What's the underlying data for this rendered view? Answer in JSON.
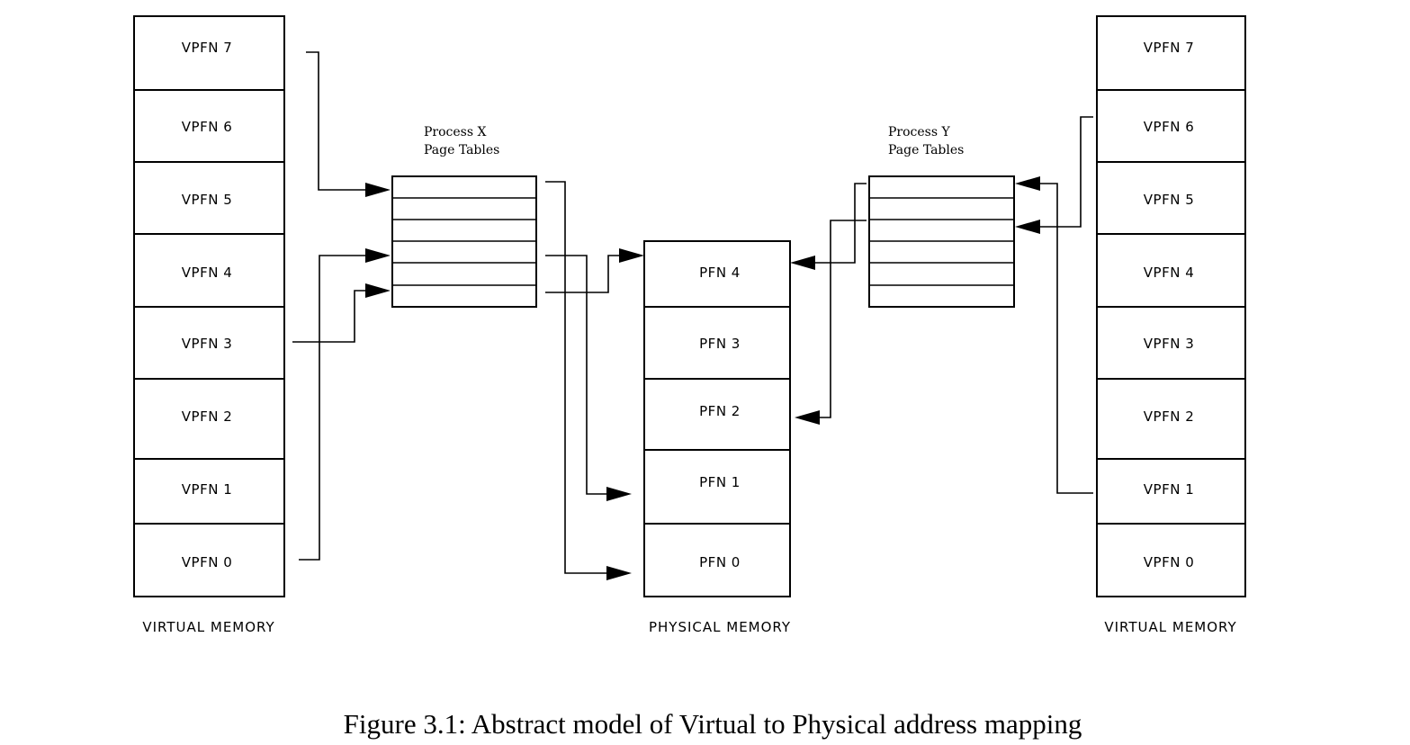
{
  "virtual_memory_x": {
    "label": "VIRTUAL MEMORY",
    "cells": [
      "VPFN 7",
      "VPFN 6",
      "VPFN 5",
      "VPFN 4",
      "VPFN 3",
      "VPFN 2",
      "VPFN 1",
      "VPFN 0"
    ]
  },
  "process_x_page_tables": {
    "title_line1": "Process X",
    "title_line2": "Page Tables",
    "entry_count": 6
  },
  "physical_memory": {
    "label": "PHYSICAL MEMORY",
    "cells": [
      "PFN 4",
      "PFN 3",
      "PFN 2",
      "PFN 1",
      "PFN 0"
    ]
  },
  "process_y_page_tables": {
    "title_line1": "Process Y",
    "title_line2": "Page Tables",
    "entry_count": 6
  },
  "virtual_memory_y": {
    "label": "VIRTUAL MEMORY",
    "cells": [
      "VPFN 7",
      "VPFN 6",
      "VPFN 5",
      "VPFN 4",
      "VPFN 3",
      "VPFN 2",
      "VPFN 1",
      "VPFN 0"
    ]
  },
  "caption": "Figure 3.1: Abstract model of Virtual to Physical address mapping"
}
